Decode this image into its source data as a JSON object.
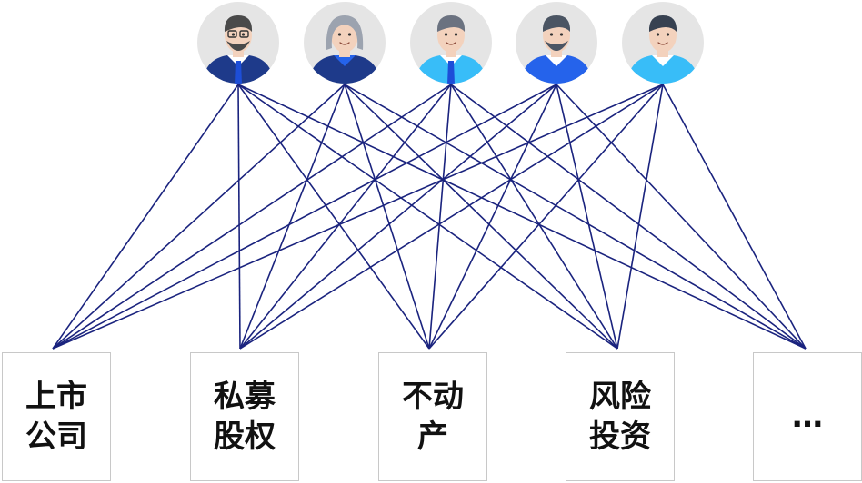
{
  "people": [
    {
      "id": "p1",
      "name": "person-bearded-glasses-icon",
      "skin": "#f3d2bd",
      "hair": "#4a4a4a",
      "shirt": "#1e3a8a",
      "collar": "#ffffff",
      "tie": "#1d4ed8"
    },
    {
      "id": "p2",
      "name": "person-woman-gray-hair-icon",
      "skin": "#f3d2bd",
      "hair": "#9ca3af",
      "shirt": "#1e3a8a",
      "collar": "#2563eb",
      "tie": ""
    },
    {
      "id": "p3",
      "name": "person-man-tie-icon",
      "skin": "#f3d2bd",
      "hair": "#6b7280",
      "shirt": "#38bdf8",
      "collar": "#ffffff",
      "tie": "#1d4ed8"
    },
    {
      "id": "p4",
      "name": "person-man-beard-icon",
      "skin": "#f3d2bd",
      "hair": "#4b5563",
      "shirt": "#2563eb",
      "collar": "#ffffff",
      "tie": ""
    },
    {
      "id": "p5",
      "name": "person-young-man-icon",
      "skin": "#f3d2bd",
      "hair": "#374151",
      "shirt": "#38bdf8",
      "collar": "#ffffff",
      "tie": ""
    }
  ],
  "categories": [
    {
      "id": "c1",
      "label": "上市\n公司"
    },
    {
      "id": "c2",
      "label": "私募\n股权"
    },
    {
      "id": "c3",
      "label": "不动\n产"
    },
    {
      "id": "c4",
      "label": "风险\n投资"
    },
    {
      "id": "c5",
      "label": "…"
    }
  ],
  "colors": {
    "line": "#1a237e",
    "avatar_bg": "#e5e5e5",
    "box_border": "#c8c8c8"
  }
}
